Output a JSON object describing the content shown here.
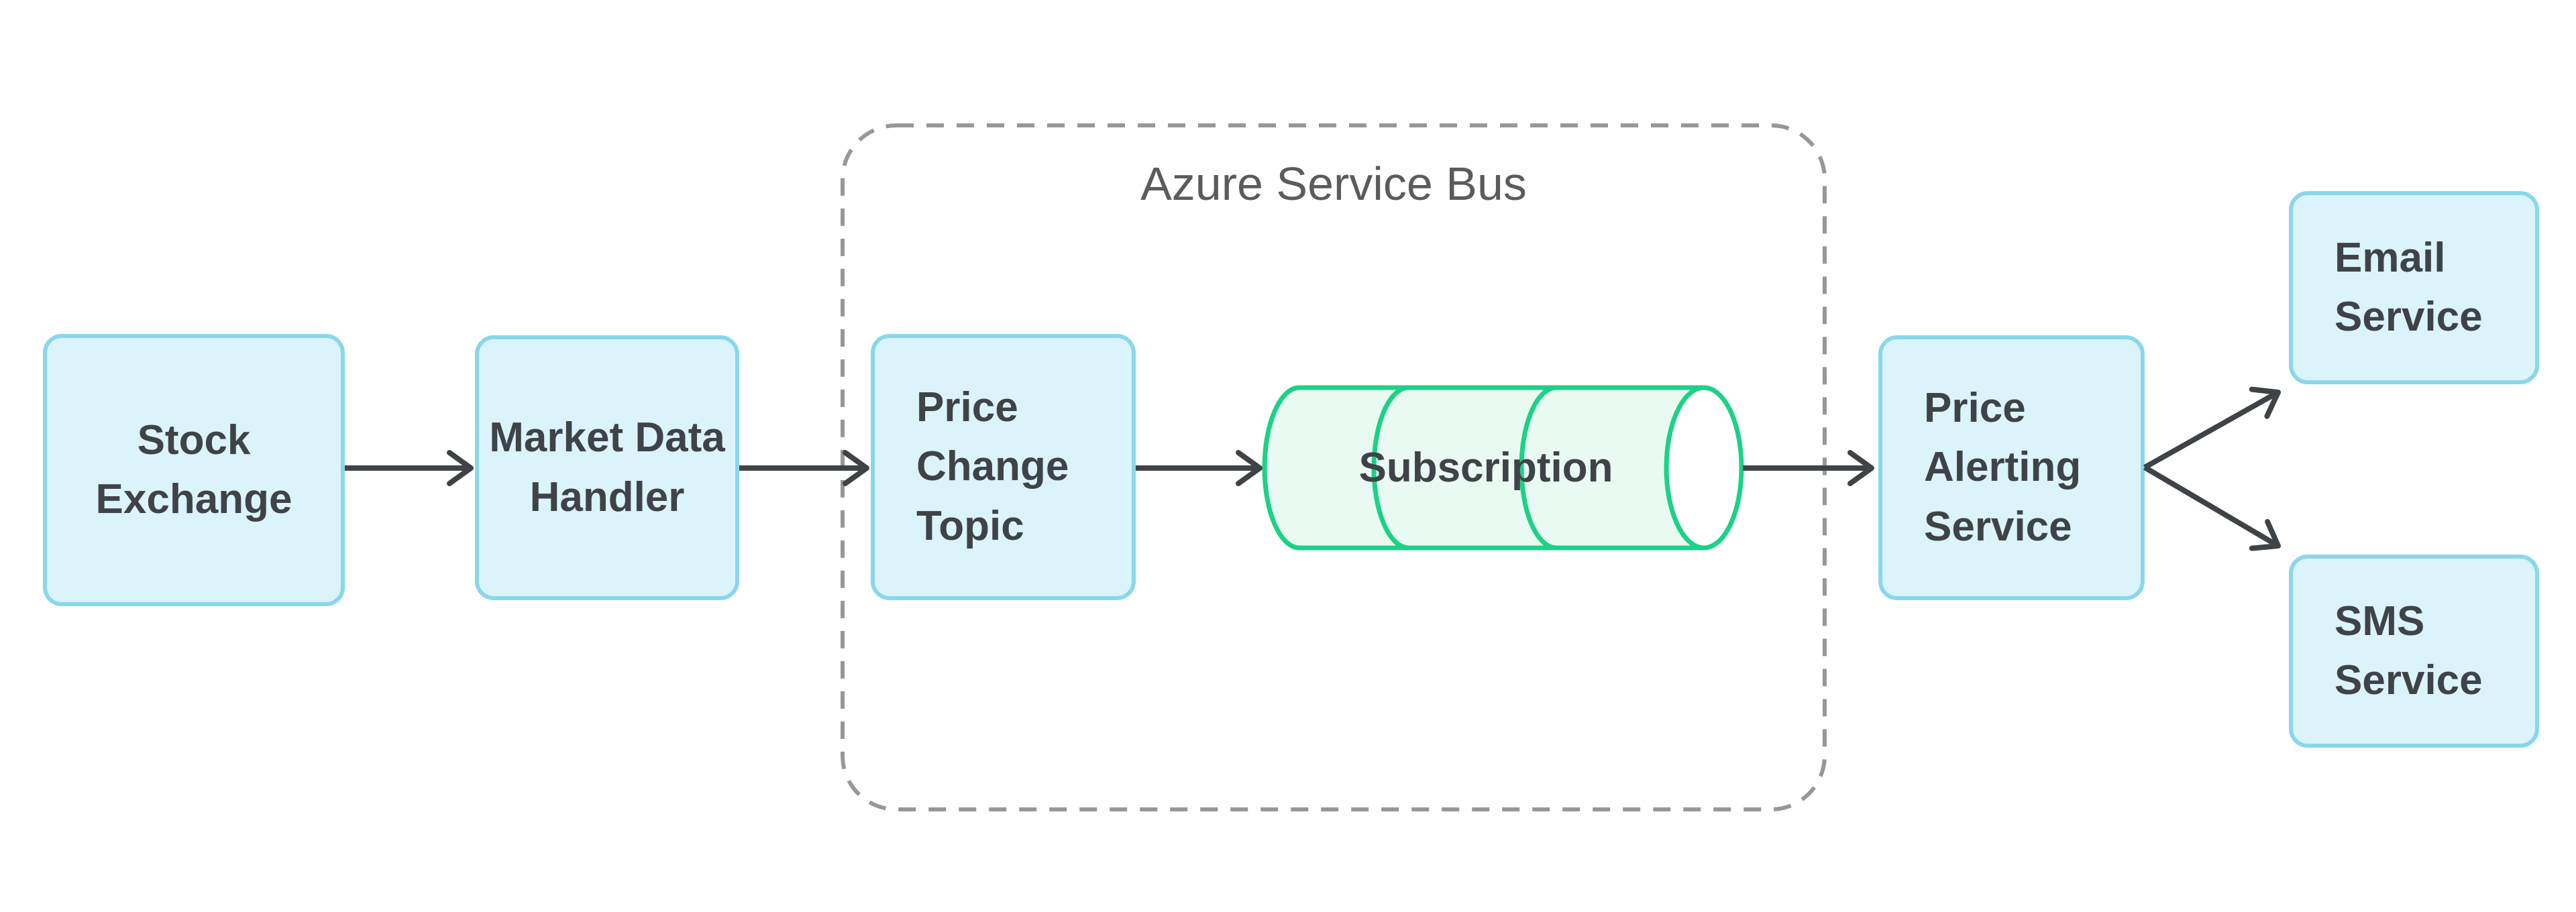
{
  "diagram": {
    "title_container": {
      "label": "Azure Service Bus"
    },
    "nodes": [
      {
        "id": "stock-exchange",
        "label": "Stock Exchange",
        "shape": "rounded-rect"
      },
      {
        "id": "market-data-handler",
        "label": "Market Data Handler",
        "shape": "rounded-rect"
      },
      {
        "id": "price-change-topic",
        "label": "Price Change Topic",
        "shape": "rounded-rect",
        "inside_container": "Azure Service Bus"
      },
      {
        "id": "subscription",
        "label": "Subscription",
        "shape": "horizontal-cylinder",
        "inside_container": "Azure Service Bus"
      },
      {
        "id": "price-alerting-service",
        "label": "Price Alerting Service",
        "shape": "rounded-rect"
      },
      {
        "id": "email-service",
        "label": "Email Service",
        "shape": "rounded-rect"
      },
      {
        "id": "sms-service",
        "label": "SMS Service",
        "shape": "rounded-rect"
      }
    ],
    "edges": [
      {
        "from": "stock-exchange",
        "to": "market-data-handler"
      },
      {
        "from": "market-data-handler",
        "to": "price-change-topic"
      },
      {
        "from": "price-change-topic",
        "to": "subscription"
      },
      {
        "from": "subscription",
        "to": "price-alerting-service"
      },
      {
        "from": "price-alerting-service",
        "to": "email-service"
      },
      {
        "from": "price-alerting-service",
        "to": "sms-service"
      }
    ],
    "colors": {
      "node-fill": "#dbf3fb",
      "node-border": "#8ad7ec",
      "text": "#3f4347",
      "arrow": "#3f4347",
      "queue-stroke": "#1bd287",
      "queue-fill": "#e9faf2",
      "container-border": "#979797",
      "container-label": "#5b5b5b",
      "canvas-bg": "#ffffff"
    }
  }
}
